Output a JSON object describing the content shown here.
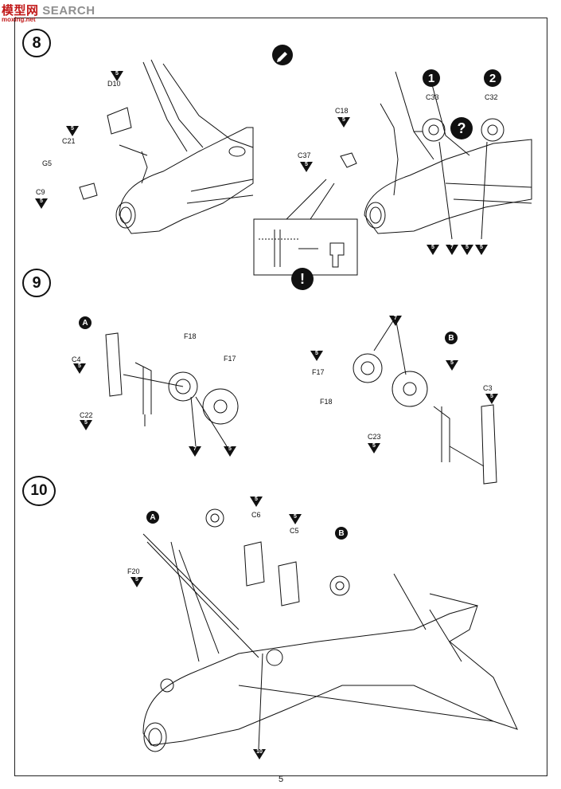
{
  "watermark": {
    "brand_a": "模",
    "brand_b": "型",
    "brand_c": "网",
    "search": "SEARCH",
    "url": "moxing.net"
  },
  "steps": [
    {
      "number": "8"
    },
    {
      "number": "9"
    },
    {
      "number": "10"
    }
  ],
  "step8": {
    "parts_left": [
      "D10",
      "C21",
      "G5",
      "C9"
    ],
    "parts_right": [
      "C18",
      "C37",
      "C33",
      "C32"
    ],
    "option_1": "1",
    "option_2": "2",
    "paint_codes": [
      "5",
      "5",
      "5",
      "5",
      "5",
      "5",
      "5",
      "7",
      "5"
    ]
  },
  "step9": {
    "subassembly_a": "A",
    "subassembly_b": "B",
    "parts_a": [
      "F18",
      "C4",
      "F17",
      "C22"
    ],
    "parts_b": [
      "F17",
      "F18",
      "C3",
      "C23"
    ],
    "paint_codes": [
      "5",
      "5",
      "7",
      "5",
      "5",
      "7",
      "5",
      "5",
      "5"
    ]
  },
  "step10": {
    "subassembly_a": "A",
    "subassembly_b": "B",
    "parts": [
      "C6",
      "C5",
      "F20"
    ],
    "paint_codes": [
      "5",
      "5",
      "5",
      "10"
    ]
  },
  "page_number": "5",
  "icons": [
    "pencil-icon",
    "warning-icon",
    "question-icon"
  ]
}
